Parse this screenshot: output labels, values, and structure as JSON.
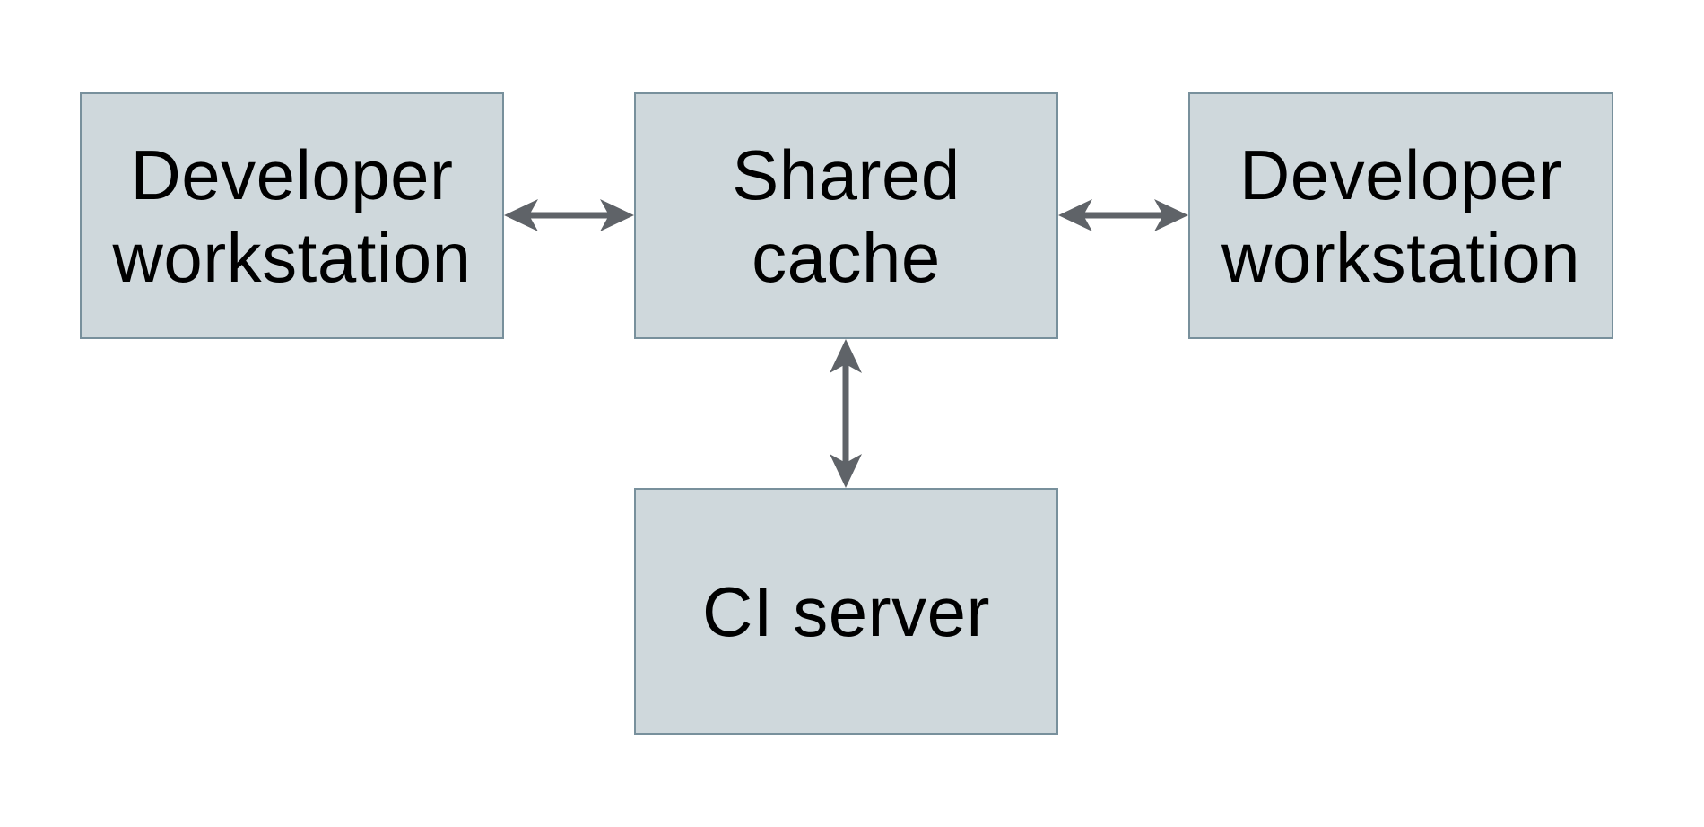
{
  "colors": {
    "background": "#ffffff",
    "node-fill": "#cfd8dc",
    "node-border": "#78909c",
    "arrow": "#5f6368",
    "text": "#000000"
  },
  "nodes": {
    "dev_left": {
      "label": "Developer workstation"
    },
    "shared_cache": {
      "label": "Shared cache"
    },
    "dev_right": {
      "label": "Developer workstation"
    },
    "ci_server": {
      "label": "CI server"
    }
  },
  "connections": [
    {
      "from": "Developer workstation (left)",
      "to": "Shared cache",
      "direction": "bidirectional"
    },
    {
      "from": "Shared cache",
      "to": "Developer workstation (right)",
      "direction": "bidirectional"
    },
    {
      "from": "Shared cache",
      "to": "CI server",
      "direction": "bidirectional"
    }
  ]
}
